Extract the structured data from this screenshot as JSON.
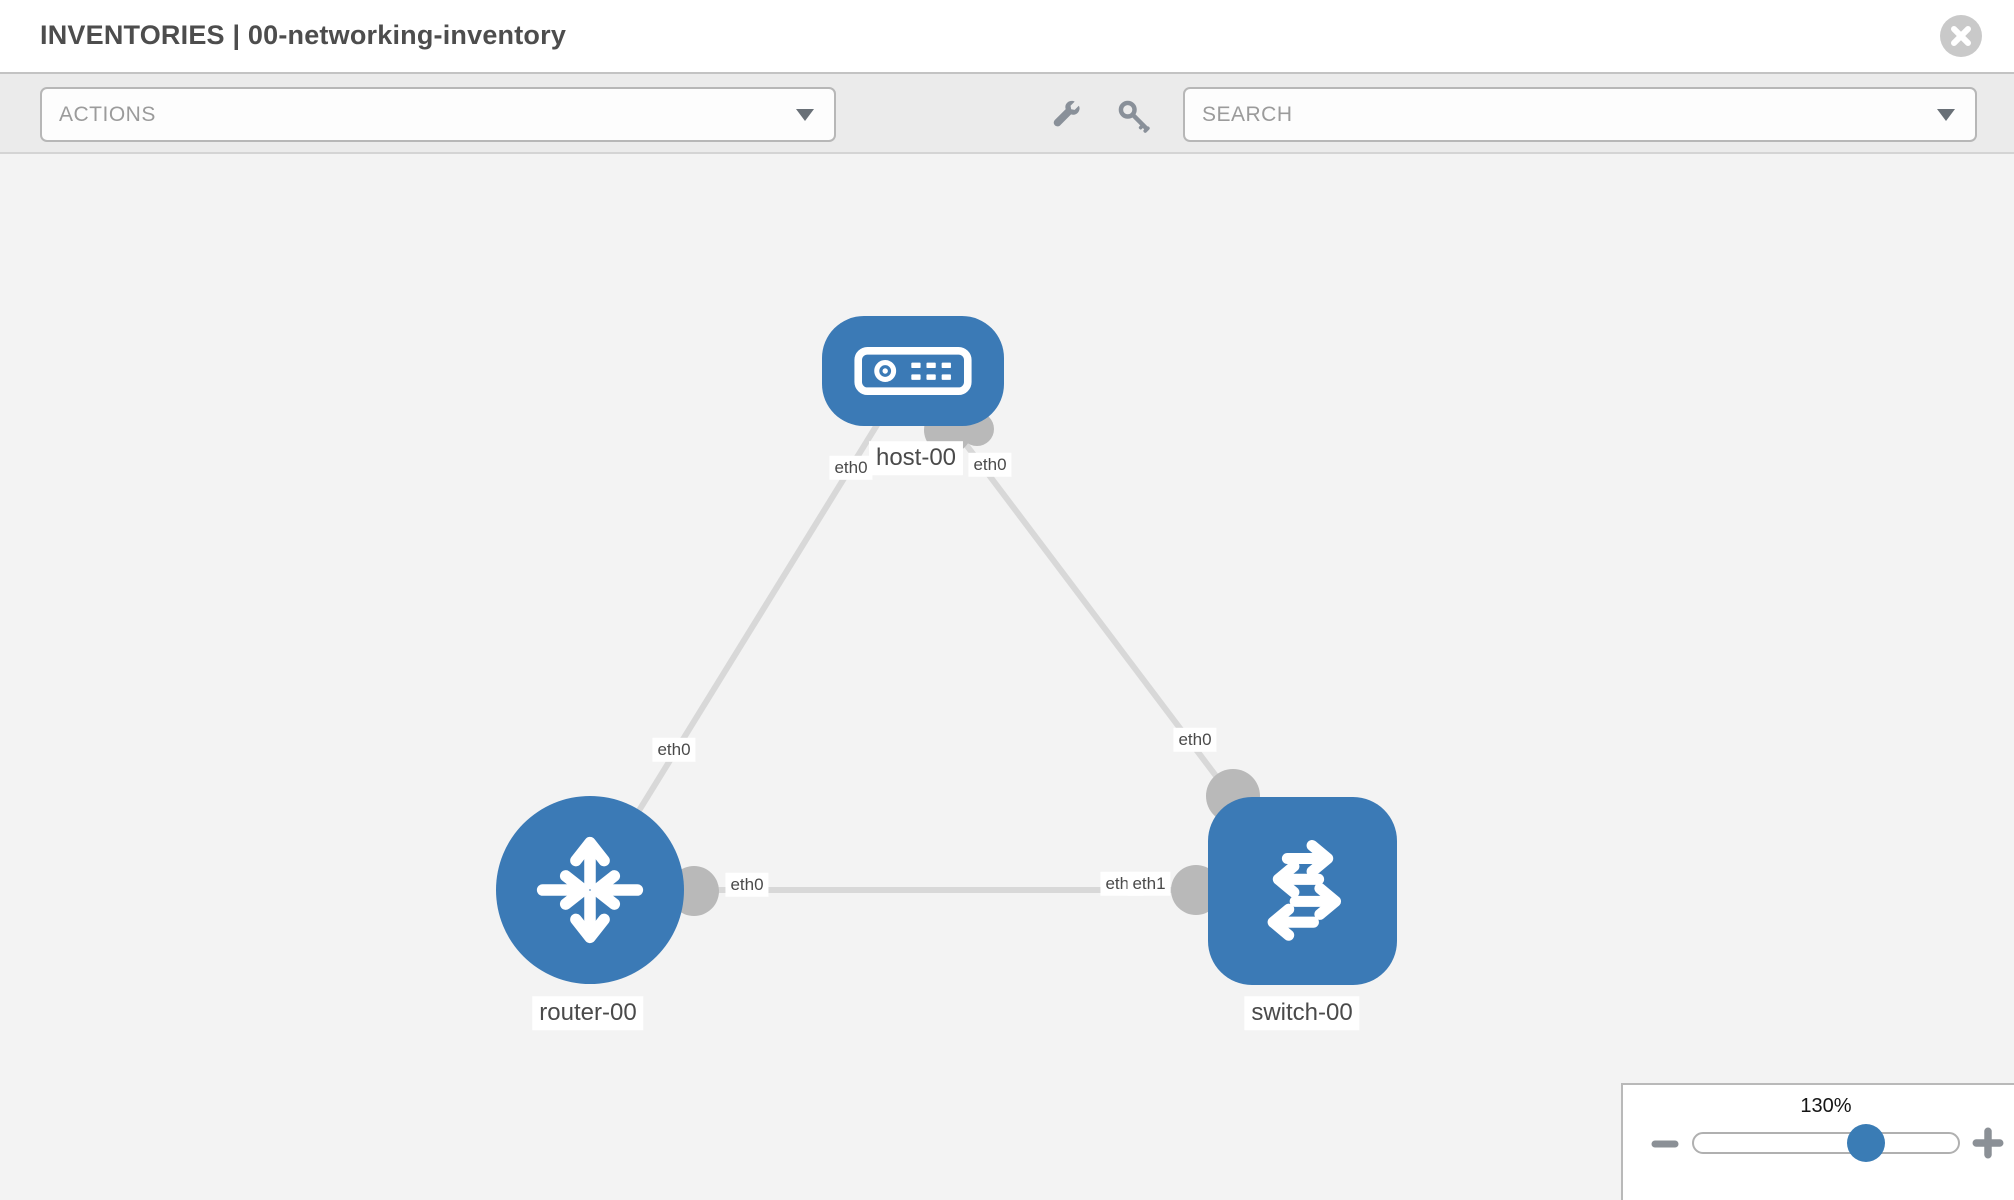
{
  "header": {
    "title": "INVENTORIES | 00-networking-inventory"
  },
  "toolbar": {
    "actions": {
      "placeholder": "ACTIONS"
    },
    "search": {
      "placeholder": "SEARCH"
    },
    "icons": [
      "wrench-icon",
      "key-icon"
    ]
  },
  "topology": {
    "nodes": [
      {
        "type": "host",
        "label": "host-00"
      },
      {
        "type": "router",
        "label": "router-00"
      },
      {
        "type": "switch",
        "label": "switch-00"
      }
    ],
    "links": [
      {
        "from": "router-00",
        "to": "host-00"
      },
      {
        "from": "host-00",
        "to": "switch-00"
      },
      {
        "from": "router-00",
        "to": "switch-00"
      }
    ],
    "interfaces": {
      "host_left": "eth0",
      "host_right": "eth0",
      "router_host_link": "eth0",
      "router_right": "eth0",
      "switch_top": "eth0",
      "switch_left_back": "eth0",
      "switch_left_front": "eth1"
    }
  },
  "zoom_control": {
    "level": "130%"
  },
  "colors": {
    "node_blue": "#3b7ab6",
    "link_gray": "#d8d8d8",
    "connector_gray": "#b9b9b9",
    "thumb_blue": "#3a7cb5",
    "toolbar_bg": "#ebebeb",
    "canvas_bg": "#f3f3f3"
  }
}
